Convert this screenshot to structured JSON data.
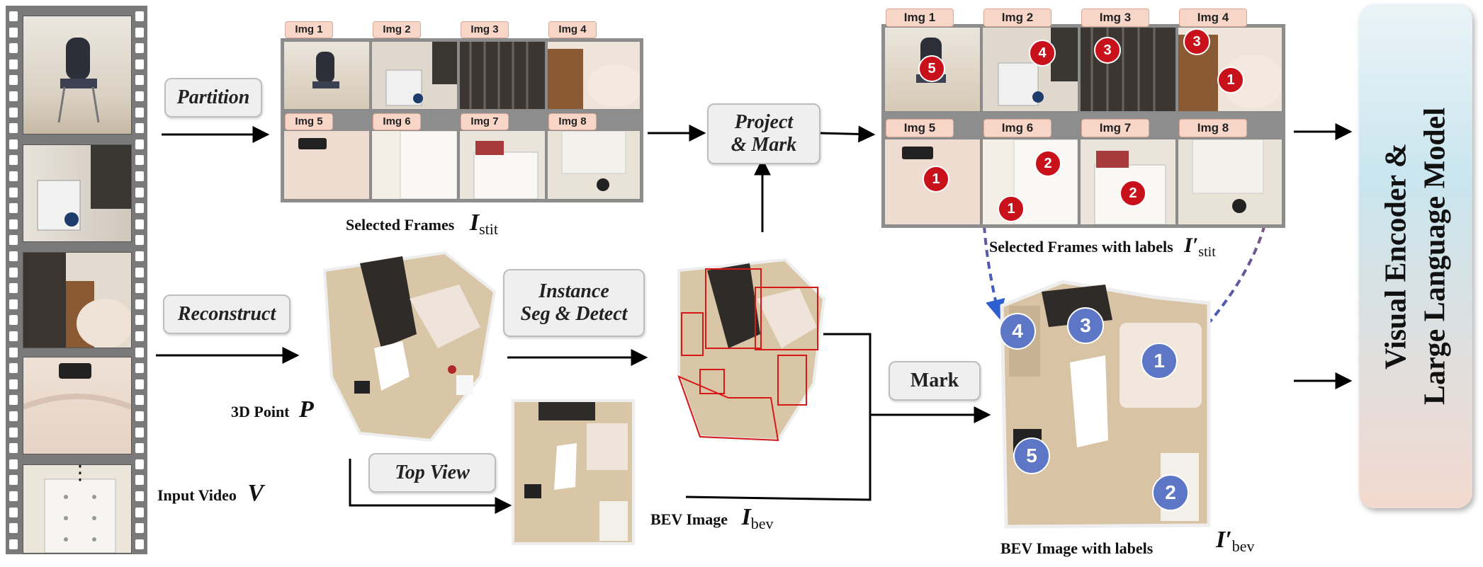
{
  "steps": {
    "partition": "Partition",
    "reconstruct": "Reconstruct",
    "top_view": "Top View",
    "instance_seg_line1": "Instance",
    "instance_seg_line2": "Seg & Detect",
    "project_line1": "Project",
    "project_line2": "& Mark",
    "mark": "Mark"
  },
  "captions": {
    "input_video": "Input Video",
    "input_video_sym": "V",
    "point_cloud": "3D Point",
    "point_cloud_sym": "P",
    "selected_frames": "Selected Frames",
    "selected_frames_sym": "I",
    "selected_frames_sub": "stit",
    "selected_frames_labels": "Selected Frames with labels",
    "selected_frames_labels_sym": "I′",
    "selected_frames_labels_sub": "stit",
    "bev_image": "BEV Image",
    "bev_image_sym": "I",
    "bev_image_sub": "bev",
    "bev_labels": "BEV Image with labels",
    "bev_labels_sym": "I′",
    "bev_labels_sub": "bev"
  },
  "frame_tags": [
    "Img 1",
    "Img 2",
    "Img 3",
    "Img 4",
    "Img 5",
    "Img 6",
    "Img 7",
    "Img 8"
  ],
  "film_ellipsis": "⋮",
  "red_markers": [
    "5",
    "4",
    "3",
    "3",
    "1",
    "1",
    "2",
    "1",
    "2"
  ],
  "blue_markers": [
    "4",
    "3",
    "1",
    "5",
    "2"
  ],
  "model": {
    "line1": "Visual Encoder  &",
    "line2": "Large Language Model"
  },
  "colors": {
    "marker_red": "#c8111a",
    "marker_blue": "#5d77c6",
    "arrow_red": "#d9482f",
    "arrow_blue": "#2e5fd0"
  }
}
